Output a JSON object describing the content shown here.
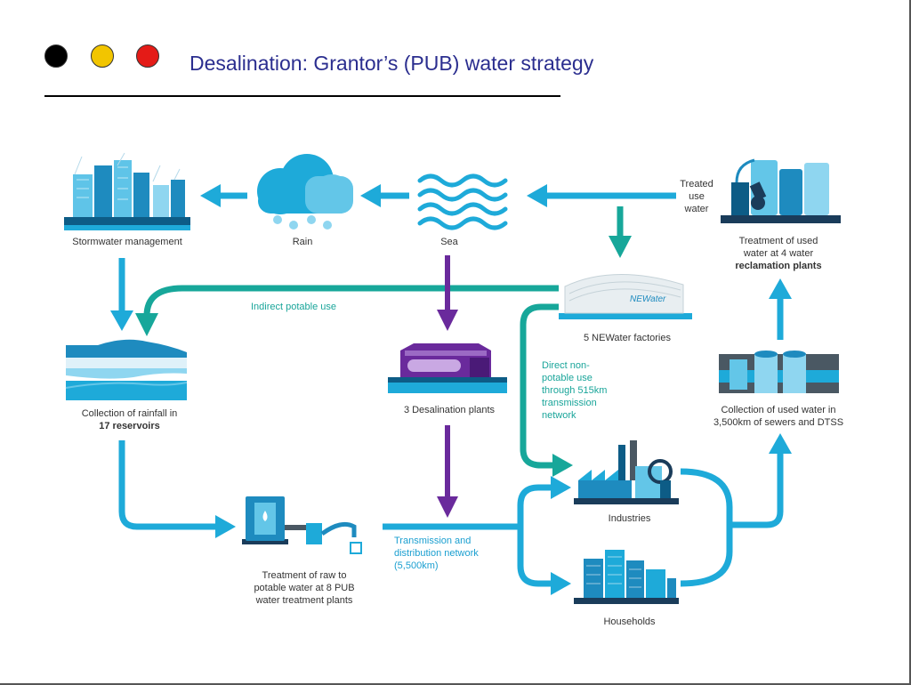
{
  "header": {
    "title": "Desalination: Grantor’s (PUB) water strategy",
    "dots": [
      {
        "name": "black-dot",
        "color": "#000000"
      },
      {
        "name": "yellow-dot",
        "color": "#f2c500"
      },
      {
        "name": "red-dot",
        "color": "#e41b17"
      }
    ]
  },
  "colors": {
    "blue_flow": "#1eaad9",
    "teal_flow": "#17a79a",
    "purple_flow": "#6a2a9c",
    "title": "#2b2e8f"
  },
  "nodes": {
    "stormwater": "Stormwater management",
    "rain": "Rain",
    "sea": "Sea",
    "treated_used_water": [
      "Treated",
      "use",
      "water"
    ],
    "reclamation": {
      "line1": "Treatment of used",
      "line2": "water at 4 water",
      "line3_bold": "reclamation plants"
    },
    "newater_factories": "5 NEWater factories",
    "newater_sign": "NEWater",
    "reservoirs": {
      "line1": "Collection of rainfall in",
      "line2_bold": "17 reservoirs"
    },
    "desalination": "3 Desalination plants",
    "sewers": {
      "line1": "Collection of used water in",
      "line2": "3,500km of sewers and DTSS"
    },
    "industries": "Industries",
    "households": "Households",
    "treatment_raw": {
      "line1": "Treatment of raw to",
      "line2": "potable water at 8 PUB",
      "line3": "water treatment plants"
    }
  },
  "flow_labels": {
    "indirect": "Indirect potable use",
    "direct": [
      "Direct non-",
      "potable use",
      "through 515km",
      "transmission",
      "network"
    ],
    "transmission": [
      "Transmission and",
      "distribution network",
      "(5,500km)"
    ]
  }
}
